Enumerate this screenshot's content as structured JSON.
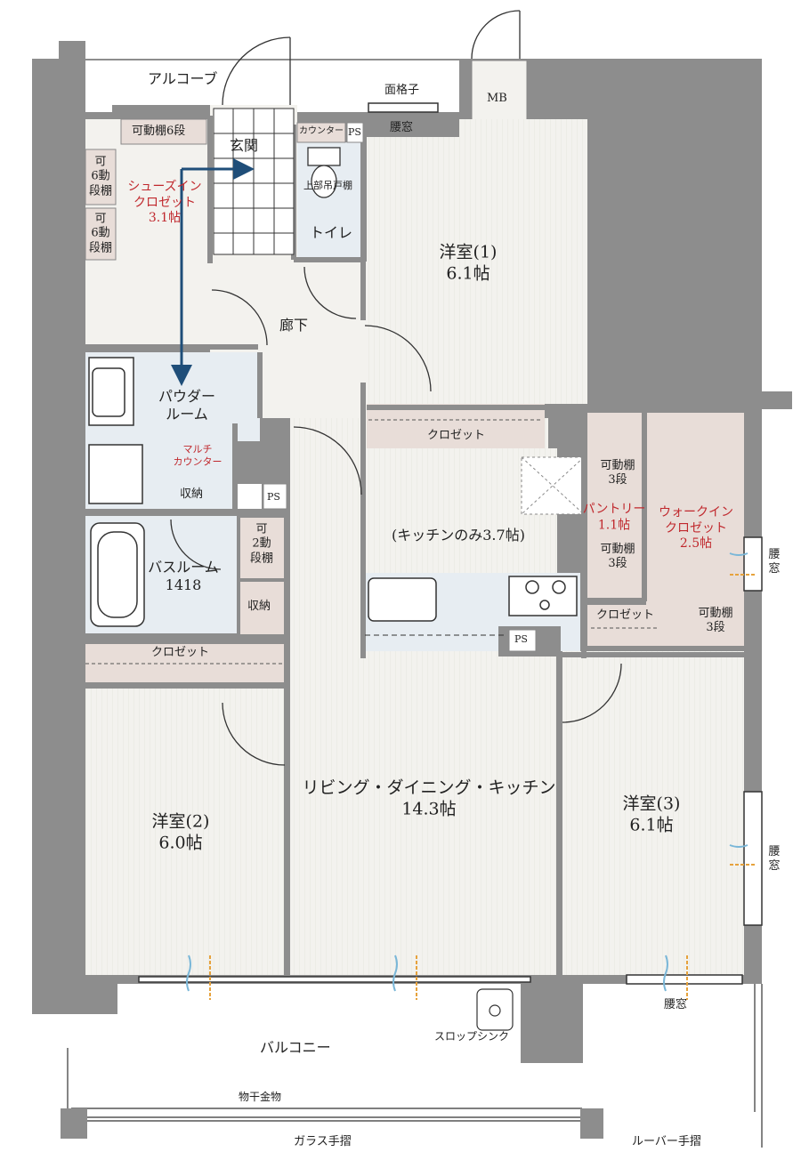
{
  "labels": {
    "alcove": "アルコーブ",
    "lattice": "面格子",
    "waist_window_top": "腰窓",
    "mb": "MB",
    "shelf6": "可動棚6段",
    "shoes_closet": "シューズイン\nクロゼット\n3.1帖",
    "shelf6_a": "可\n6動\n段棚",
    "shelf6_b": "可\n6動\n段棚",
    "entrance": "玄関",
    "counter": "カウンター",
    "ps_toilet": "PS",
    "upper_cabinet": "上部吊戸棚",
    "toilet": "トイレ",
    "corridor": "廊下",
    "powder_room": "パウダー\nルーム",
    "multi_counter": "マルチ\nカウンター",
    "storage_powder": "収納",
    "ps_powder": "PS",
    "bathroom": "バスルーム\n1418",
    "shelf2": "可\n2動\n段棚",
    "storage_bath": "収納",
    "closet_bath": "クロゼット",
    "western1": "洋室(1)\n6.1帖",
    "closet1": "クロゼット",
    "kitchen_only": "(キッチンのみ3.7帖)",
    "ps_kitchen": "PS",
    "pantry_shelf_top": "可動棚\n3段",
    "pantry": "パントリー\n1.1帖",
    "pantry_shelf_bottom": "可動棚\n3段",
    "wic": "ウォークイン\nクロゼット\n2.5帖",
    "wic_shelf": "可動棚\n3段",
    "closet3": "クロゼット",
    "waist_window_right1": "腰\n窓",
    "waist_window_right2": "腰\n窓",
    "ldk": "リビング・ダイニング・キッチン\n14.3帖",
    "western2": "洋室(2)\n6.0帖",
    "western3": "洋室(3)\n6.1帖",
    "waist_window_bottom": "腰窓",
    "balcony": "バルコニー",
    "slop_sink": "スロップシンク",
    "drying_hardware": "物干金物",
    "glass_railing": "ガラス手摺",
    "louver_railing": "ルーバー手摺"
  },
  "colors": {
    "wall": "#8d8d8d",
    "room_floor": "#f3f2ee",
    "wet_area": "#e7edf2",
    "storage": "#e8ddd8",
    "red_text": "#c0282d",
    "vent_blue": "#7ab7d8",
    "vent_orange": "#e6a23c",
    "arrow": "#1f4e79"
  }
}
